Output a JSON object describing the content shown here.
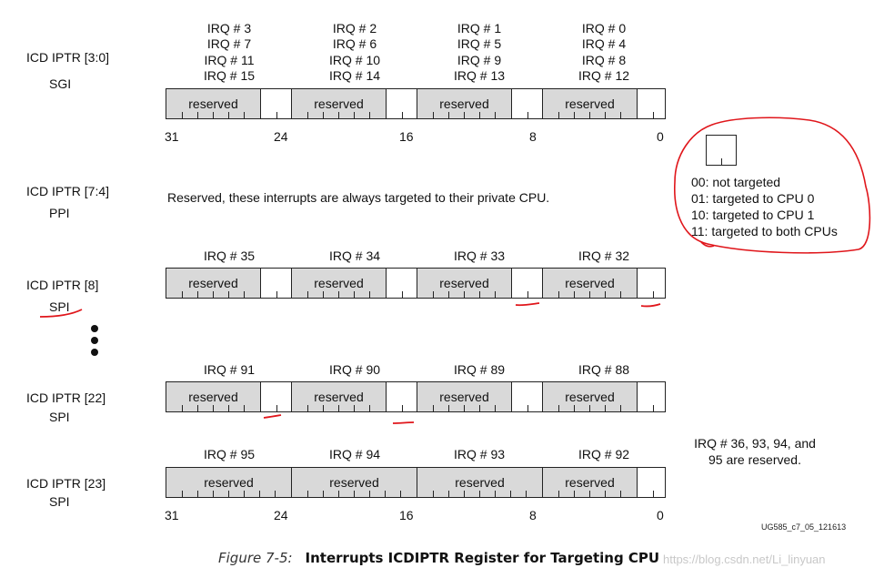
{
  "rows": [
    {
      "label": "ICD IPTR [3:0]",
      "sublabel": "SGI",
      "irqs": [
        [
          "IRQ # 3",
          "IRQ # 7",
          "IRQ # 11",
          "IRQ # 15"
        ],
        [
          "IRQ # 2",
          "IRQ # 6",
          "IRQ # 10",
          "IRQ # 14"
        ],
        [
          "IRQ # 1",
          "IRQ # 5",
          "IRQ # 9",
          "IRQ # 13"
        ],
        [
          "IRQ # 0",
          "IRQ # 4",
          "IRQ # 8",
          "IRQ # 12"
        ]
      ]
    },
    {
      "label": "ICD IPTR [7:4]",
      "sublabel": "PPI",
      "text": "Reserved, these interrupts are always targeted to their private CPU."
    },
    {
      "label": "ICD IPTR [8]",
      "sublabel": "SPI",
      "irqs": [
        [
          "IRQ # 35"
        ],
        [
          "IRQ # 34"
        ],
        [
          "IRQ # 33"
        ],
        [
          "IRQ # 32"
        ]
      ]
    },
    {
      "label": "ICD IPTR [22]",
      "sublabel": "SPI",
      "irqs": [
        [
          "IRQ # 91"
        ],
        [
          "IRQ # 90"
        ],
        [
          "IRQ # 89"
        ],
        [
          "IRQ # 88"
        ]
      ]
    },
    {
      "label": "ICD IPTR [23]",
      "sublabel": "SPI",
      "irqs": [
        [
          "IRQ # 95"
        ],
        [
          "IRQ # 94"
        ],
        [
          "IRQ # 93"
        ],
        [
          "IRQ # 92"
        ]
      ]
    }
  ],
  "field_reserved": "reserved",
  "bit_numbers": [
    "31",
    "24",
    "16",
    "8",
    "0"
  ],
  "legend": [
    "00: not targeted",
    "01: targeted to CPU 0",
    "10: targeted to CPU 1",
    "11: targeted to both CPUs"
  ],
  "reserved_note": [
    "IRQ # 36, 93, 94, and",
    "95 are reserved."
  ],
  "figure_id": "UG585_c7_05_121613",
  "caption": {
    "number": "Figure 7-5:",
    "title": "Interrupts ICDIPTR Register for Targeting CPU"
  },
  "watermark": "https://blog.csdn.net/Li_linyuan",
  "colors": {
    "field_fill": "#d9d9d9",
    "annotation": "#e0161b"
  }
}
